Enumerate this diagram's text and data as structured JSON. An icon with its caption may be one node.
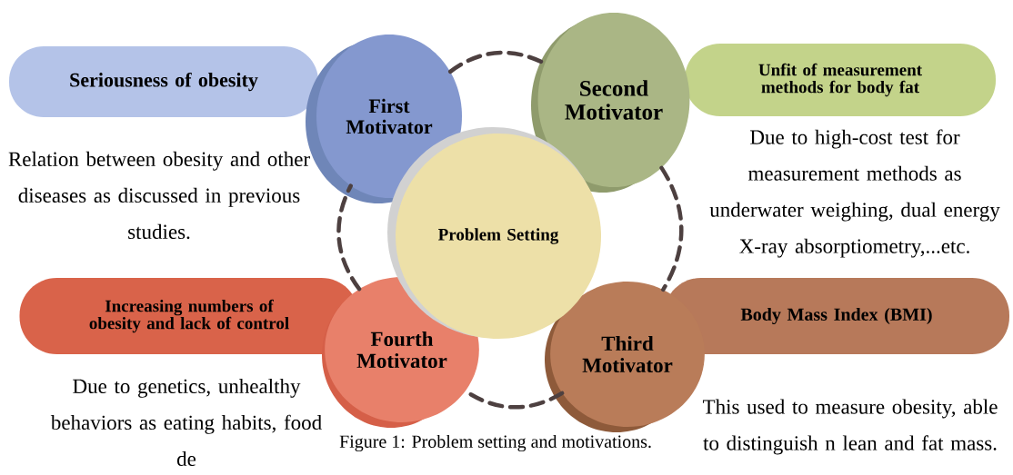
{
  "diagram": {
    "caption": "Figure 1: Problem setting and motivations.",
    "nodes": [
      {
        "text": [
          "Seriousness of obesity"
        ]
      },
      {
        "text": [
          "First Motivator"
        ]
      },
      {
        "text": [
          "Second Motivator"
        ]
      },
      {
        "text": [
          "Unfit of measurement methods for body fat"
        ]
      },
      {
        "text": [
          "Problem Setting"
        ]
      },
      {
        "text": [
          "Increasing numbers of obesity and lack of control"
        ]
      },
      {
        "text": [
          "Fourth Motivator"
        ]
      },
      {
        "text": [
          "Third Motivator"
        ]
      },
      {
        "text": [
          "Body Mass Index (BMI)"
        ]
      }
    ],
    "edges": [
      {
        "from": 1,
        "to": 2,
        "arrow": "none",
        "style": "dashed"
      },
      {
        "from": 2,
        "to": 7,
        "arrow": "none",
        "style": "dashed"
      },
      {
        "from": 7,
        "to": 6,
        "arrow": "none",
        "style": "dashed"
      },
      {
        "from": 6,
        "to": 1,
        "arrow": "none",
        "style": "dashed"
      }
    ],
    "labels": [
      "Relation between obesity and other diseases as discussed in previous studies.",
      "Due to high-cost test for measurement methods as underwater weighing, dual energy X-ray absorptiometry,...etc.",
      "Due to genetics, unhealthy behaviors as eating habits, food de",
      "This used to measure obesity, able to distinguish n lean and fat mass."
    ]
  }
}
